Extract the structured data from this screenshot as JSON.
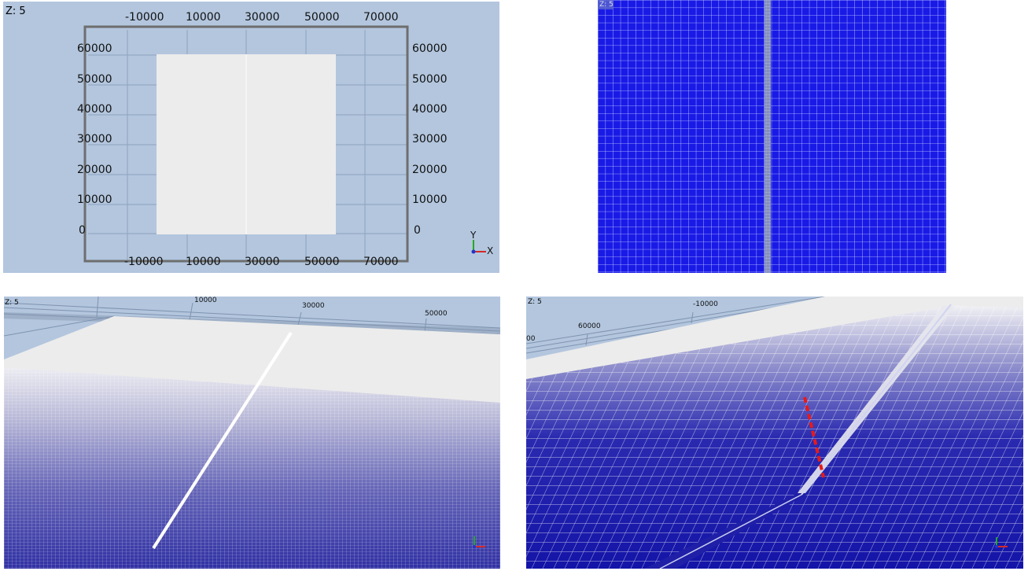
{
  "panel_top_left": {
    "z_label": "Z: 5",
    "top_ticks": [
      "-10000",
      "10000",
      "30000",
      "50000",
      "70000"
    ],
    "bottom_ticks": [
      "-10000",
      "10000",
      "30000",
      "50000",
      "70000"
    ],
    "left_ticks": [
      "60000",
      "50000",
      "40000",
      "30000",
      "20000",
      "10000",
      "0"
    ],
    "right_ticks": [
      "60000",
      "50000",
      "40000",
      "30000",
      "20000",
      "10000",
      "0"
    ],
    "axis_y": "Y",
    "axis_x": "X",
    "colors": {
      "background": "#b3c6de",
      "surface": "#ececec",
      "frame": "#6e6e6e"
    }
  },
  "panel_top_right": {
    "z_label": "Z: 5",
    "colors": {
      "mesh_fill": "#1a1ae6",
      "mesh_line": "#c8d4ff"
    }
  },
  "panel_bottom_left": {
    "z_label": "Z: 5",
    "ticks": [
      "10000",
      "30000",
      "50000"
    ],
    "colors": {
      "mesh": "#3636a8"
    }
  },
  "panel_bottom_right": {
    "z_label": "Z: 5",
    "ticks": [
      "00",
      "60000",
      "-10000"
    ],
    "colors": {
      "mesh": "#1c1ca6",
      "marker": "#e61a1a"
    }
  }
}
